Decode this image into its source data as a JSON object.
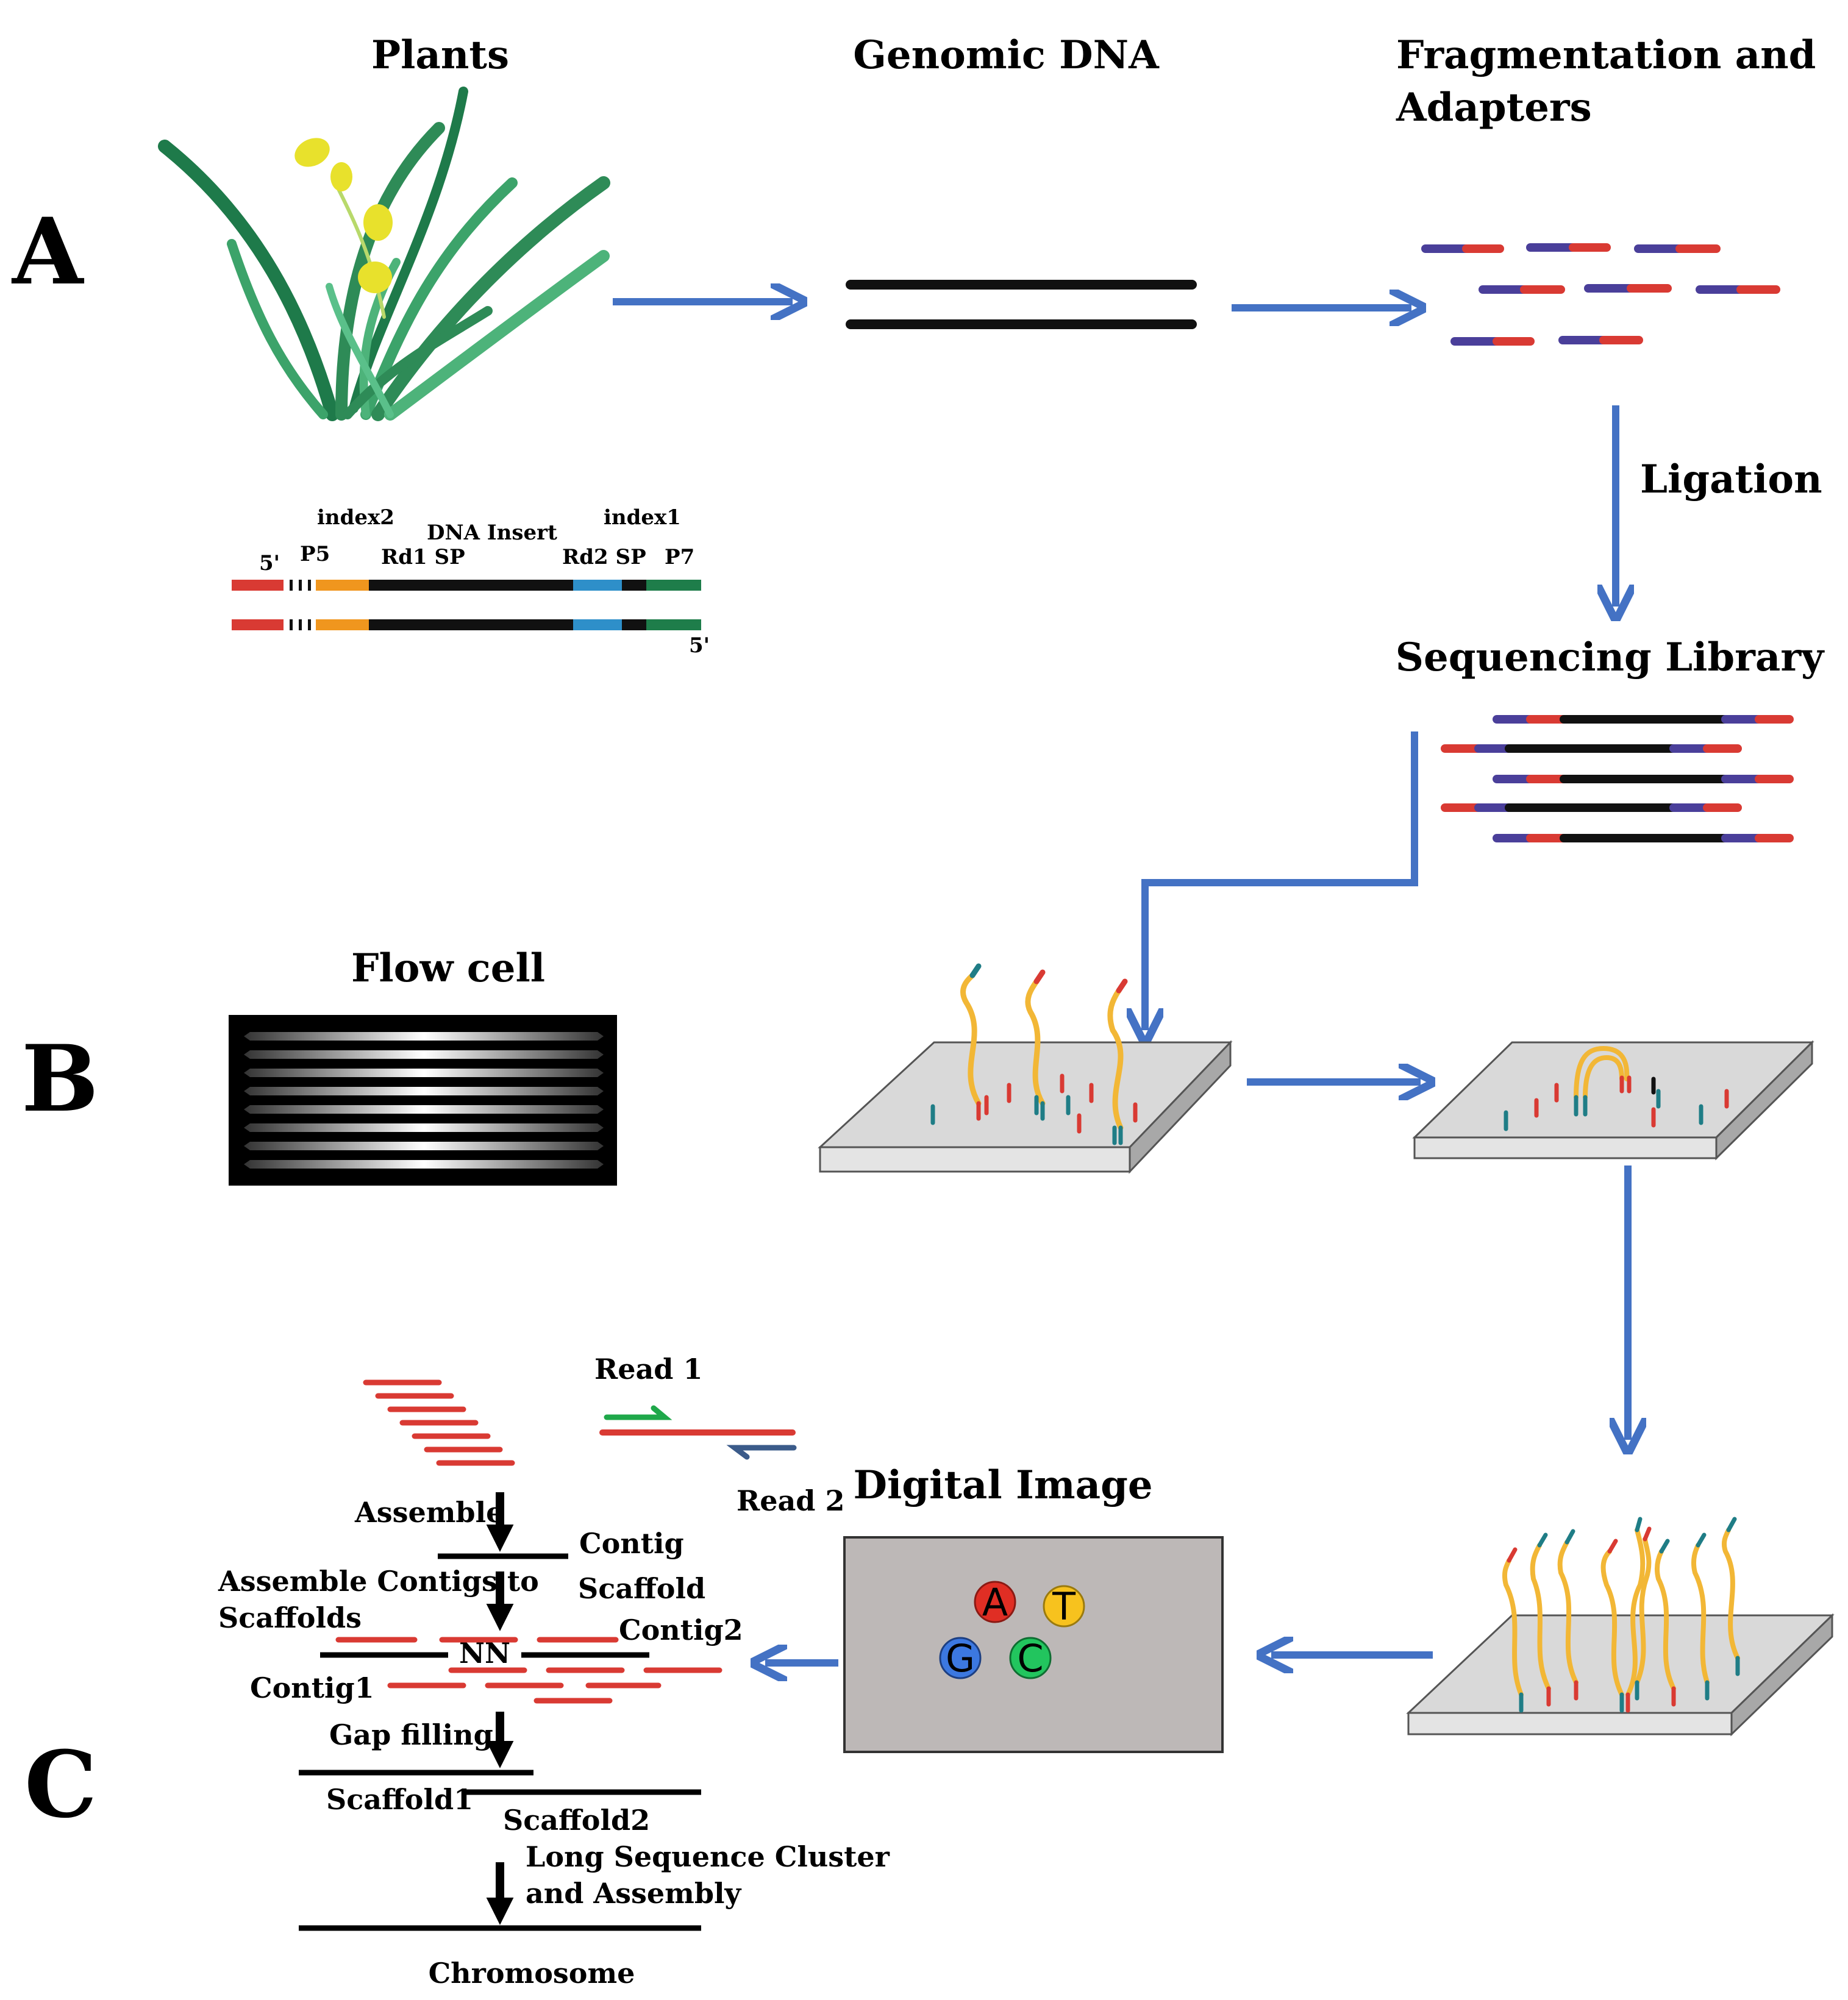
{
  "panels": {
    "a": "A",
    "b": "B",
    "c": "C"
  },
  "stage_labels": {
    "plants": "Plants",
    "genomic_dna": "Genomic DNA",
    "fragmentation": [
      "Fragmentation and",
      "Adapters"
    ],
    "ligation": "Ligation",
    "sequencing_library": "Sequencing Library",
    "flow_cell": "Flow cell",
    "digital_image": "Digital Image"
  },
  "adapter_labels": {
    "five_prime_top": "5'",
    "p5": "P5",
    "index2": "index2",
    "rd1_sp": "Rd1 SP",
    "dna_insert": "DNA Insert",
    "index1": "index1",
    "rd2_sp": "Rd2 SP",
    "p7": "P7",
    "five_prime_bottom": "5'"
  },
  "reads": {
    "read1": "Read 1",
    "read2": "Read 2"
  },
  "bases": {
    "a": "A",
    "t": "T",
    "g": "G",
    "c": "C"
  },
  "assembly": {
    "assemble": "Assemble",
    "contig": "Contig",
    "assemble_contigs": [
      "Assemble Contigs to",
      "Scaffolds"
    ],
    "scaffold": "Scaffold",
    "contig2": "Contig2",
    "nn": "NN",
    "contig1": "Contig1",
    "gap_filling": "Gap filling",
    "scaffold1": "Scaffold1",
    "scaffold2": "Scaffold2",
    "long_cluster": [
      "Long Sequence Cluster",
      "and Assembly"
    ],
    "chromosome": "Chromosome"
  },
  "colors": {
    "arrow": "#4472C4",
    "adapter_red": "#D93A33",
    "adapter_purple": "#4A3F9A",
    "strand": "#111111",
    "oligo_yellow": "#F2B736",
    "oligo_teal": "#1F7D86",
    "base_a": "#E02E24",
    "base_t": "#F7C21E",
    "base_g": "#3C78E0",
    "base_c": "#22C55E",
    "plant_green": "#2E8B57",
    "flower_yellow": "#E8E12C",
    "image_gray": "#BDB8B7"
  }
}
